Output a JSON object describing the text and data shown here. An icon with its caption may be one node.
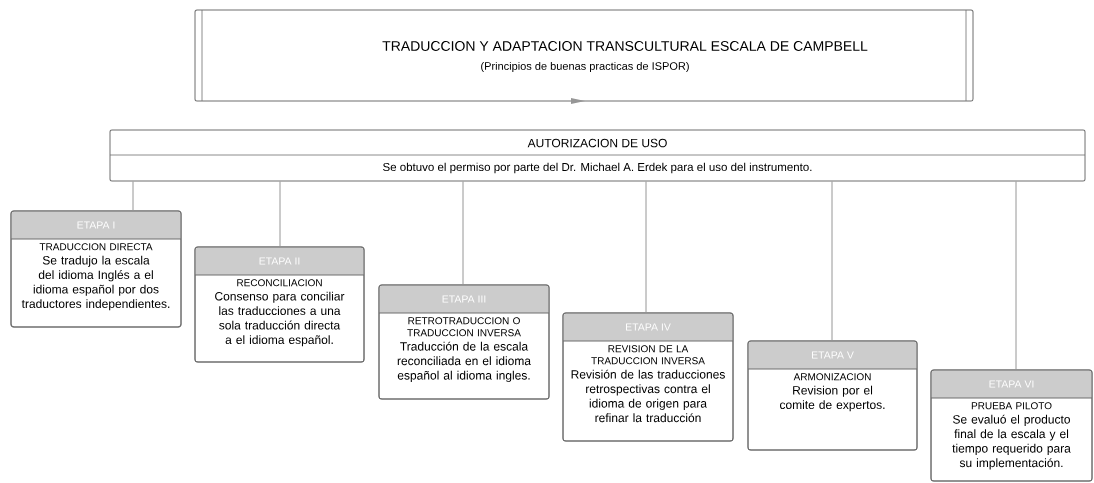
{
  "diagram": {
    "nodes": [
      {
        "text": [
          "TRADUCCION Y ADAPTACION TRANSCULTURAL ESCALA DE CAMPBELL",
          "(Principios de buenas practicas de ISPOR)"
        ]
      },
      {
        "text": [
          "AUTORIZACION DE USO",
          "Se obtuvo el permiso por parte del Dr. Michael A. Erdek para el uso del instrumento."
        ]
      },
      {
        "text": [
          "ETAPA I",
          "TRADUCCION DIRECTA",
          "Se tradujo la  escala del idioma Inglés a el idioma español por dos traductores independientes."
        ]
      },
      {
        "text": [
          "ETAPA II",
          "RECONCILIACION",
          "Consenso para conciliar las traducciones a una sola traducción directa  a el idioma español."
        ]
      },
      {
        "text": [
          "ETAPA III",
          "RETROTRADUCCION O TRADUCCION INVERSA",
          "Traducción de la escala reconciliada en el idioma español  al idioma ingles."
        ]
      },
      {
        "text": [
          "ETAPA IV",
          "REVISION DE LA TRADUCCION INVERSA",
          "Revisión de las traducciones retrospectivas contra el idioma de origen para refinar la traducción"
        ]
      },
      {
        "text": [
          "ETAPA V",
          "ARMONIZACION",
          "Revision por el comite de expertos."
        ]
      },
      {
        "text": [
          "ETAPA VI",
          "PRUEBA PILOTO",
          "Se evaluó el producto final de la escala y el tiempo requerido para su implementación."
        ]
      }
    ],
    "edges": [
      {
        "from": 1,
        "to": 2,
        "arrow": "none"
      },
      {
        "from": 1,
        "to": 3,
        "arrow": "none"
      },
      {
        "from": 1,
        "to": 4,
        "arrow": "none"
      },
      {
        "from": 1,
        "to": 5,
        "arrow": "none"
      },
      {
        "from": 1,
        "to": 6,
        "arrow": "none"
      },
      {
        "from": 1,
        "to": 7,
        "arrow": "none"
      }
    ]
  }
}
